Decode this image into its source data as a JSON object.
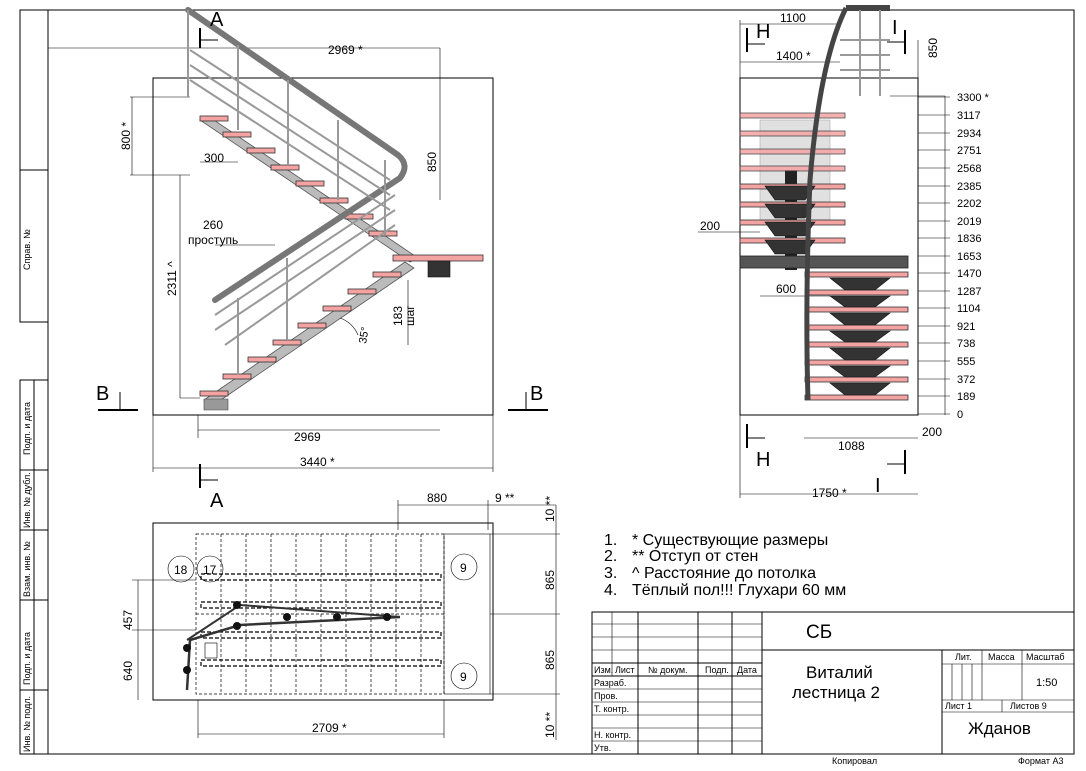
{
  "side_strip": {
    "labels": [
      "Справ. №",
      "Подп. и дата",
      "Инв. № дубл.",
      "Взам. инв. №",
      "Подп. и дата",
      "Инв. № подл."
    ]
  },
  "view_front": {
    "dims": {
      "top": "2969 *",
      "bottom_inner": "2969",
      "bottom_outer": "3440 *",
      "left_top": "800 *",
      "left_main": "2311 ^",
      "tread_300": "300",
      "rail_850": "850",
      "nosing_value": "260",
      "nosing_label": "проступь",
      "step_value": "183",
      "step_label": "шаг",
      "angle": "35°"
    },
    "section_marks": {
      "A": "A",
      "B": "B"
    }
  },
  "view_side": {
    "dims": {
      "top_1100": "1100",
      "top_1400": "1400 *",
      "right_850": "850",
      "left_200": "200",
      "mid_600": "600",
      "bot_1088": "1088",
      "bot_200": "200",
      "bot_1750": "1750 *"
    },
    "levels": [
      "3300 *",
      "3117",
      "2934",
      "2751",
      "2568",
      "2385",
      "2202",
      "2019",
      "1836",
      "1653",
      "1470",
      "1287",
      "1104",
      "921",
      "738",
      "555",
      "372",
      "189",
      "0"
    ],
    "section_marks": {
      "H": "H",
      "I": "I"
    }
  },
  "view_plan": {
    "dims": {
      "top_880": "880",
      "top_9": "9 **",
      "right_10_top": "10 **",
      "right_865_a": "865",
      "right_865_b": "865",
      "right_10_bot": "10 **",
      "left_457": "457",
      "left_640": "640",
      "bottom_2709": "2709 *"
    },
    "step_numbers": {
      "n18": "18",
      "n17": "17",
      "n9a": "9",
      "n9b": "9"
    }
  },
  "notes": [
    {
      "num": "1.",
      "text": "* Существующие размеры"
    },
    {
      "num": "2.",
      "text": "** Отступ от стен"
    },
    {
      "num": "3.",
      "text": "^ Расстояние до потолка"
    },
    {
      "num": "4.",
      "text": "Тёплый пол!!! Глухари 60 мм"
    }
  ],
  "title_block": {
    "code": "СБ",
    "title_line1": "Виталий",
    "title_line2": "лестница 2",
    "author": "Жданов",
    "col_headers": [
      "Изм.",
      "Лист",
      "№ докум.",
      "Подп.",
      "Дата"
    ],
    "roles": [
      "Разраб.",
      "Пров.",
      "Т. контр.",
      "",
      "Н. контр.",
      "Утв."
    ],
    "lit": "Лит.",
    "mass": "Масса",
    "scale_label": "Масштаб",
    "scale": "1:50",
    "sheet": "Лист 1",
    "sheets": "Листов 9"
  },
  "footer": {
    "copied": "Копировал",
    "format": "Формат А3"
  }
}
